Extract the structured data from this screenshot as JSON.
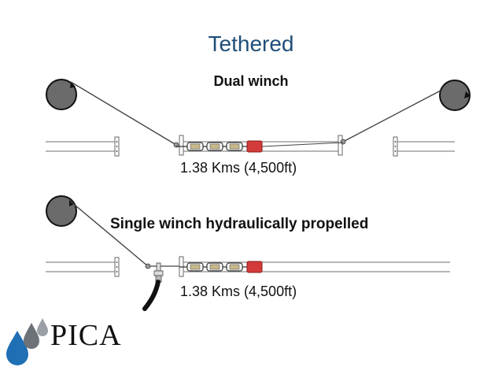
{
  "slide": {
    "title": "Tethered"
  },
  "dual_winch": {
    "label": "Dual winch",
    "distance": "1.38 Kms (4,500ft)"
  },
  "single_winch": {
    "label": "Single winch hydraulically propelled",
    "distance": "1.38 Kms (4,500ft)"
  },
  "logo": {
    "text": "PICA",
    "drop_colors": [
      "#1f6fb5",
      "#6d7278",
      "#9ba0a6"
    ]
  },
  "colors": {
    "title": "#1f4e79",
    "pipe": "#8a8a8a",
    "winch": "#6b6b6b",
    "tool_red": "#d33b3b"
  }
}
